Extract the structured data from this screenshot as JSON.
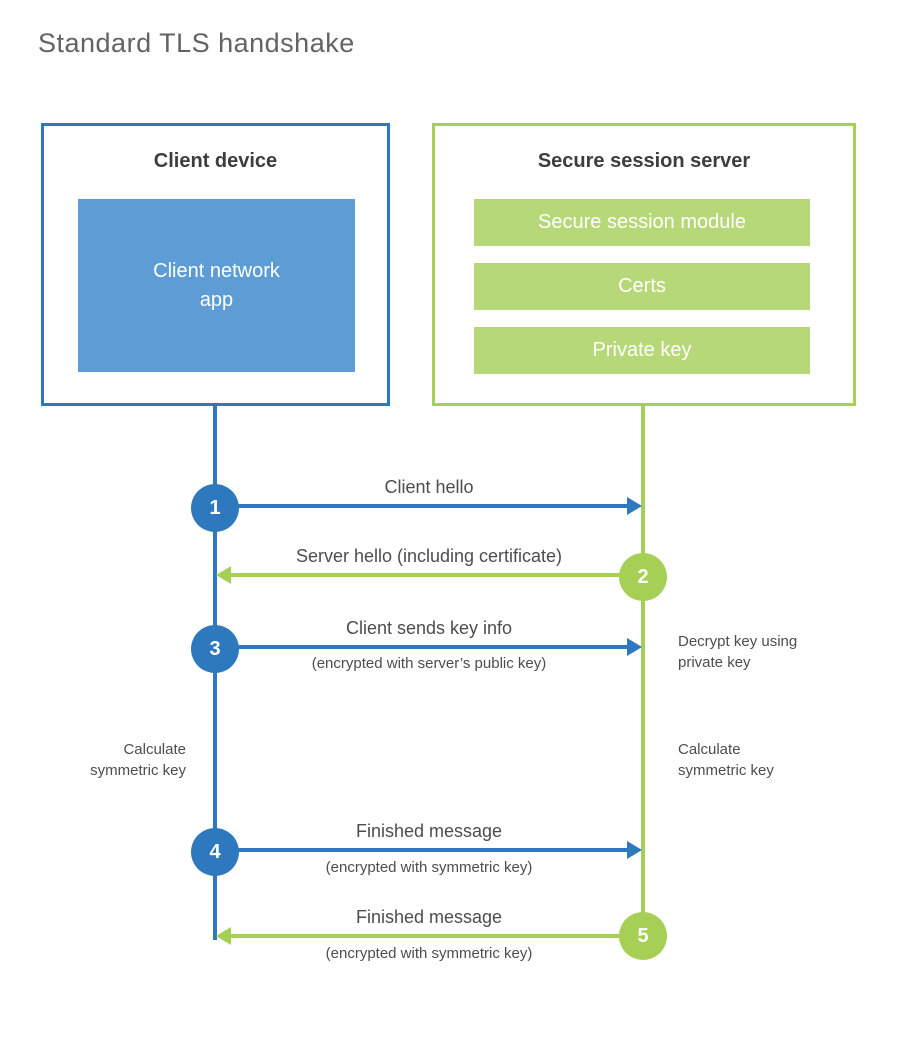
{
  "title": "Standard TLS handshake",
  "colors": {
    "blue": "#2e78bd",
    "blue_light": "#5e9cd5",
    "green": "#a5cf55",
    "green_light": "#b7d878",
    "heading_text": "#3d3d3d",
    "label_text": "#4d4d4d",
    "title_text": "#636363"
  },
  "client": {
    "title": "Client device",
    "app": "Client network\napp"
  },
  "server": {
    "title": "Secure session server",
    "modules": [
      "Secure session module",
      "Certs",
      "Private key"
    ]
  },
  "messages": [
    {
      "num": "1",
      "from": "client",
      "direction": "right",
      "label": "Client hello",
      "sub": ""
    },
    {
      "num": "2",
      "from": "server",
      "direction": "left",
      "label": "Server hello (including certificate)",
      "sub": ""
    },
    {
      "num": "3",
      "from": "client",
      "direction": "right",
      "label": "Client sends key info",
      "sub": "(encrypted with server’s public key)"
    },
    {
      "num": "4",
      "from": "client",
      "direction": "right",
      "label": "Finished message",
      "sub": "(encrypted with symmetric key)"
    },
    {
      "num": "5",
      "from": "server",
      "direction": "left",
      "label": "Finished message",
      "sub": "(encrypted with symmetric key)"
    }
  ],
  "notes": {
    "decrypt": "Decrypt key using private key",
    "calc_client": "Calculate symmetric key",
    "calc_server": "Calculate symmetric key"
  }
}
